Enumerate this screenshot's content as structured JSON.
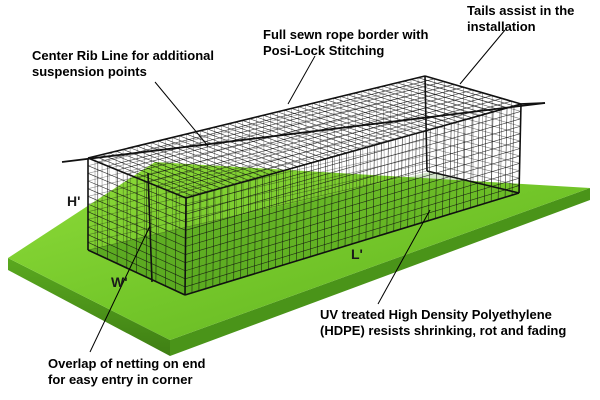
{
  "callouts": {
    "tails": [
      "Tails assist in the",
      "installation"
    ],
    "border": [
      "Full sewn rope border with",
      "Posi-Lock Stitching"
    ],
    "center_rib": [
      "Center Rib Line for additional",
      "suspension points"
    ],
    "uv": [
      "UV treated High Density Polyethylene",
      "(HDPE) resists shrinking, rot and fading"
    ],
    "overlap": [
      "Overlap of netting on end",
      "for easy entry in corner"
    ]
  },
  "dimensions": {
    "height": "H'",
    "width": "W'",
    "length": "L'"
  },
  "colors": {
    "turf_top": "#7ccf2e",
    "turf_side": "#4f9a1c",
    "net": "#111111",
    "text": "#000000"
  }
}
